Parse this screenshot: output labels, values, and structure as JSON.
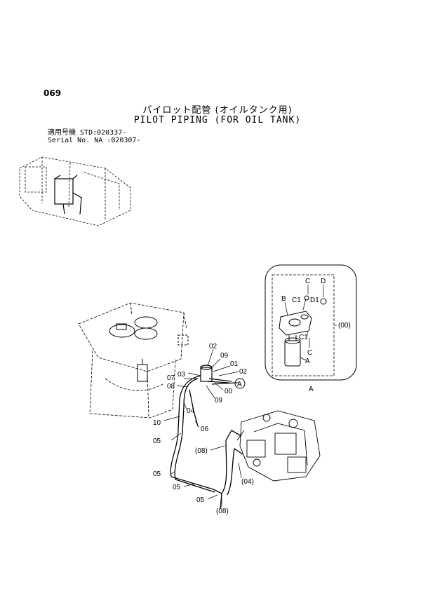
{
  "page": {
    "number": "069"
  },
  "title": {
    "japanese": "パイロット配管 (オイルタンク用)",
    "english": "PILOT PIPING (FOR OIL TANK)"
  },
  "serial_info": {
    "row1_label": "適用号機",
    "row1_value": "STD:020337-",
    "row2_label": "Serial No.",
    "row2_value": "NA :020307-"
  },
  "detail_view": {
    "group_label": "(00)",
    "view_label": "A",
    "callouts": [
      "C",
      "D",
      "B",
      "C1",
      "D1",
      "C1",
      "C",
      "A"
    ]
  },
  "main_view": {
    "callouts": [
      "02",
      "09",
      "01",
      "02",
      "03",
      "07",
      "08",
      "00",
      "09",
      "04",
      "10",
      "06",
      "05",
      "(08)",
      "05",
      "(04)",
      "05",
      "05",
      "(08)",
      "A"
    ]
  }
}
